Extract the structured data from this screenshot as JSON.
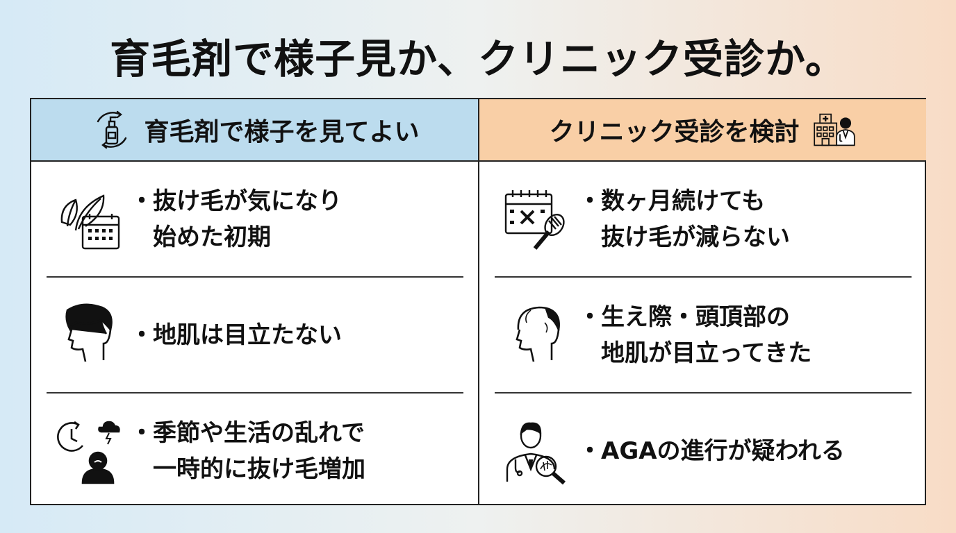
{
  "title": "育毛剤で様子見か、クリニック受診か。",
  "left": {
    "header": "育毛剤で様子を見てよい",
    "header_icon": "spray-bottle-cycle-icon",
    "items": [
      {
        "lines": [
          "抜け毛が気になり",
          "始めた初期"
        ],
        "icon": "leaf-calendar-icon"
      },
      {
        "lines": [
          "地肌は目立たない"
        ],
        "icon": "full-hair-head-icon"
      },
      {
        "lines": [
          "季節や生活の乱れで",
          "一時的に抜け毛増加"
        ],
        "icon": "clock-stressed-person-icon"
      }
    ]
  },
  "right": {
    "header": "クリニック受診を検討",
    "header_icon": "hospital-doctor-icon",
    "items": [
      {
        "lines": [
          "数ヶ月続けても",
          "抜け毛が減らない"
        ],
        "icon": "calendar-brush-icon"
      },
      {
        "lines": [
          "生え際・頭頂部の",
          "地肌が目立ってきた"
        ],
        "icon": "balding-head-icon"
      },
      {
        "lines": [
          "AGAの進行が疑われる"
        ],
        "icon": "doctor-magnifier-icon"
      }
    ]
  },
  "bullet": "・",
  "colors": {
    "left_header": "#bcdcee",
    "right_header": "#f9cfa6",
    "border": "#222222"
  }
}
